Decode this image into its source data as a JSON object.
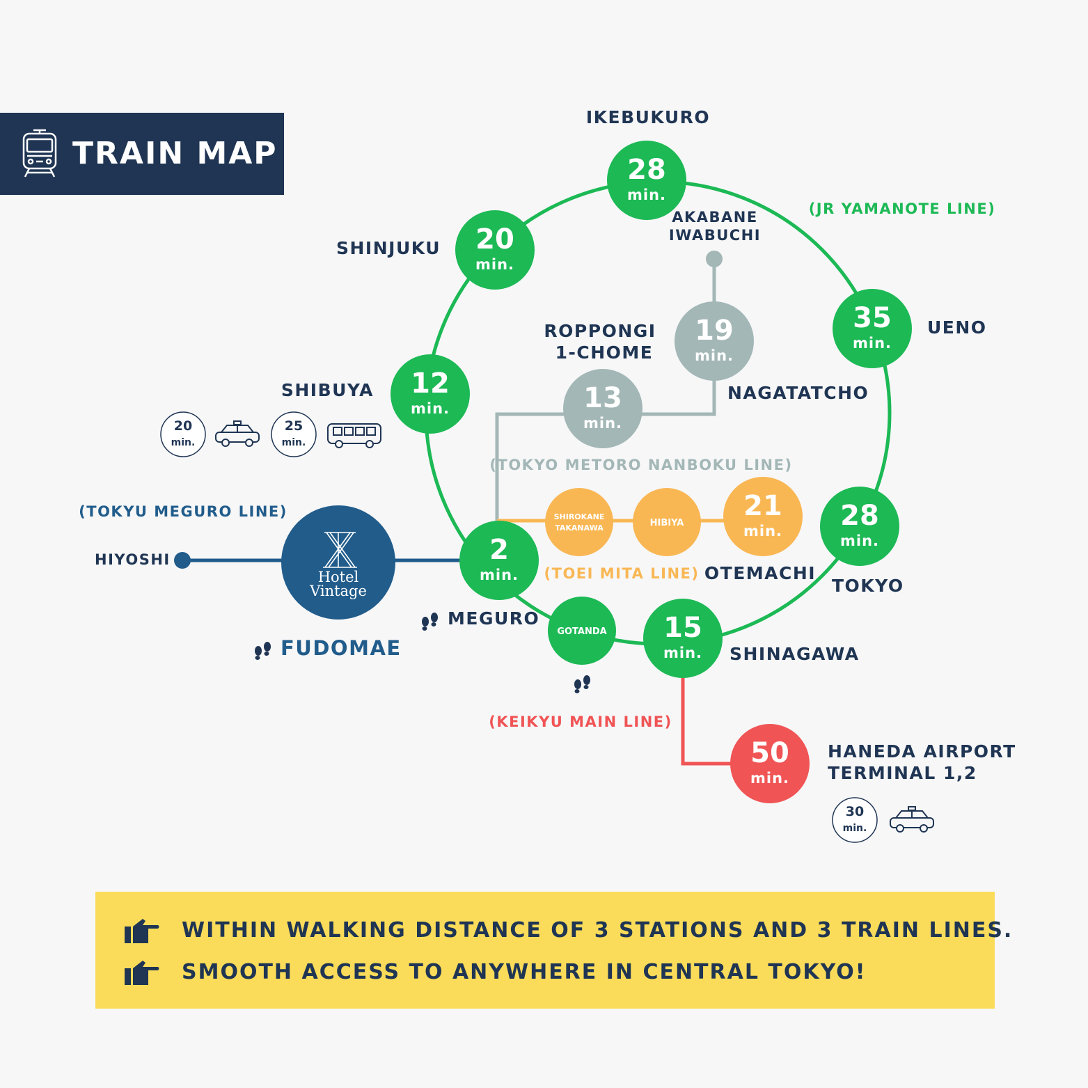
{
  "title": "TRAIN MAP",
  "colors": {
    "yamanote": "#1cb955",
    "nanboku": "#a3b7b6",
    "mita": "#f9b754",
    "meguro": "#215c8b",
    "keikyu": "#f05455",
    "navy": "#1f3553",
    "highlight": "#fadc5a"
  },
  "lines": {
    "yamanote": "(JR YAMANOTE LINE)",
    "nanboku": "(TOKYO METORO NANBOKU LINE)",
    "mita": "(TOEI MITA LINE)",
    "meguro": "(TOKYU MEGURO LINE)",
    "keikyu": "(KEIKYU MAIN LINE)"
  },
  "stations": {
    "ikebukuro": {
      "name": "IKEBUKURO",
      "time": "28",
      "unit": "min."
    },
    "shinjuku": {
      "name": "SHINJUKU",
      "time": "20",
      "unit": "min."
    },
    "shibuya": {
      "name": "SHIBUYA",
      "time": "12",
      "unit": "min."
    },
    "meguro": {
      "name": "MEGURO",
      "time": "2",
      "unit": "min."
    },
    "gotanda": {
      "name": "GOTANDA"
    },
    "shinagawa": {
      "name": "SHINAGAWA",
      "time": "15",
      "unit": "min."
    },
    "tokyo": {
      "name": "TOKYO",
      "time": "28",
      "unit": "min."
    },
    "ueno": {
      "name": "UENO",
      "time": "35",
      "unit": "min."
    },
    "akabane": {
      "name1": "AKABANE",
      "name2": "IWABUCHI"
    },
    "nagatacho": {
      "name": "NAGATATCHO",
      "time": "19",
      "unit": "min."
    },
    "roppongi": {
      "name1": "ROPPONGI",
      "name2": "1-CHOME",
      "time": "13",
      "unit": "min."
    },
    "shirokane": {
      "name1": "SHIROKANE",
      "name2": "TAKANAWA"
    },
    "hibiya": {
      "name": "HIBIYA"
    },
    "otemachi": {
      "name": "OTEMACHI",
      "time": "21",
      "unit": "min."
    },
    "haneda": {
      "name1": "HANEDA AIRPORT",
      "name2": "TERMINAL 1,2",
      "time": "50",
      "unit": "min."
    },
    "hiyoshi": {
      "name": "HIYOSHI"
    },
    "fudomae": {
      "name": "FUDOMAE"
    }
  },
  "hotel": {
    "line1": "Hotel",
    "line2": "Vintage"
  },
  "shibuya_access": {
    "taxi": {
      "time": "20",
      "unit": "min."
    },
    "bus": {
      "time": "25",
      "unit": "min."
    }
  },
  "haneda_access": {
    "taxi": {
      "time": "30",
      "unit": "min."
    }
  },
  "icons": {
    "title": "train-icon",
    "walk": "footprints-icon",
    "taxi": "taxi-icon",
    "bus": "bus-icon",
    "point": "pointing-hand-icon"
  },
  "info": [
    "WITHIN WALKING DISTANCE OF 3 STATIONS AND 3 TRAIN LINES.",
    "SMOOTH ACCESS TO ANYWHERE IN CENTRAL TOKYO!"
  ]
}
